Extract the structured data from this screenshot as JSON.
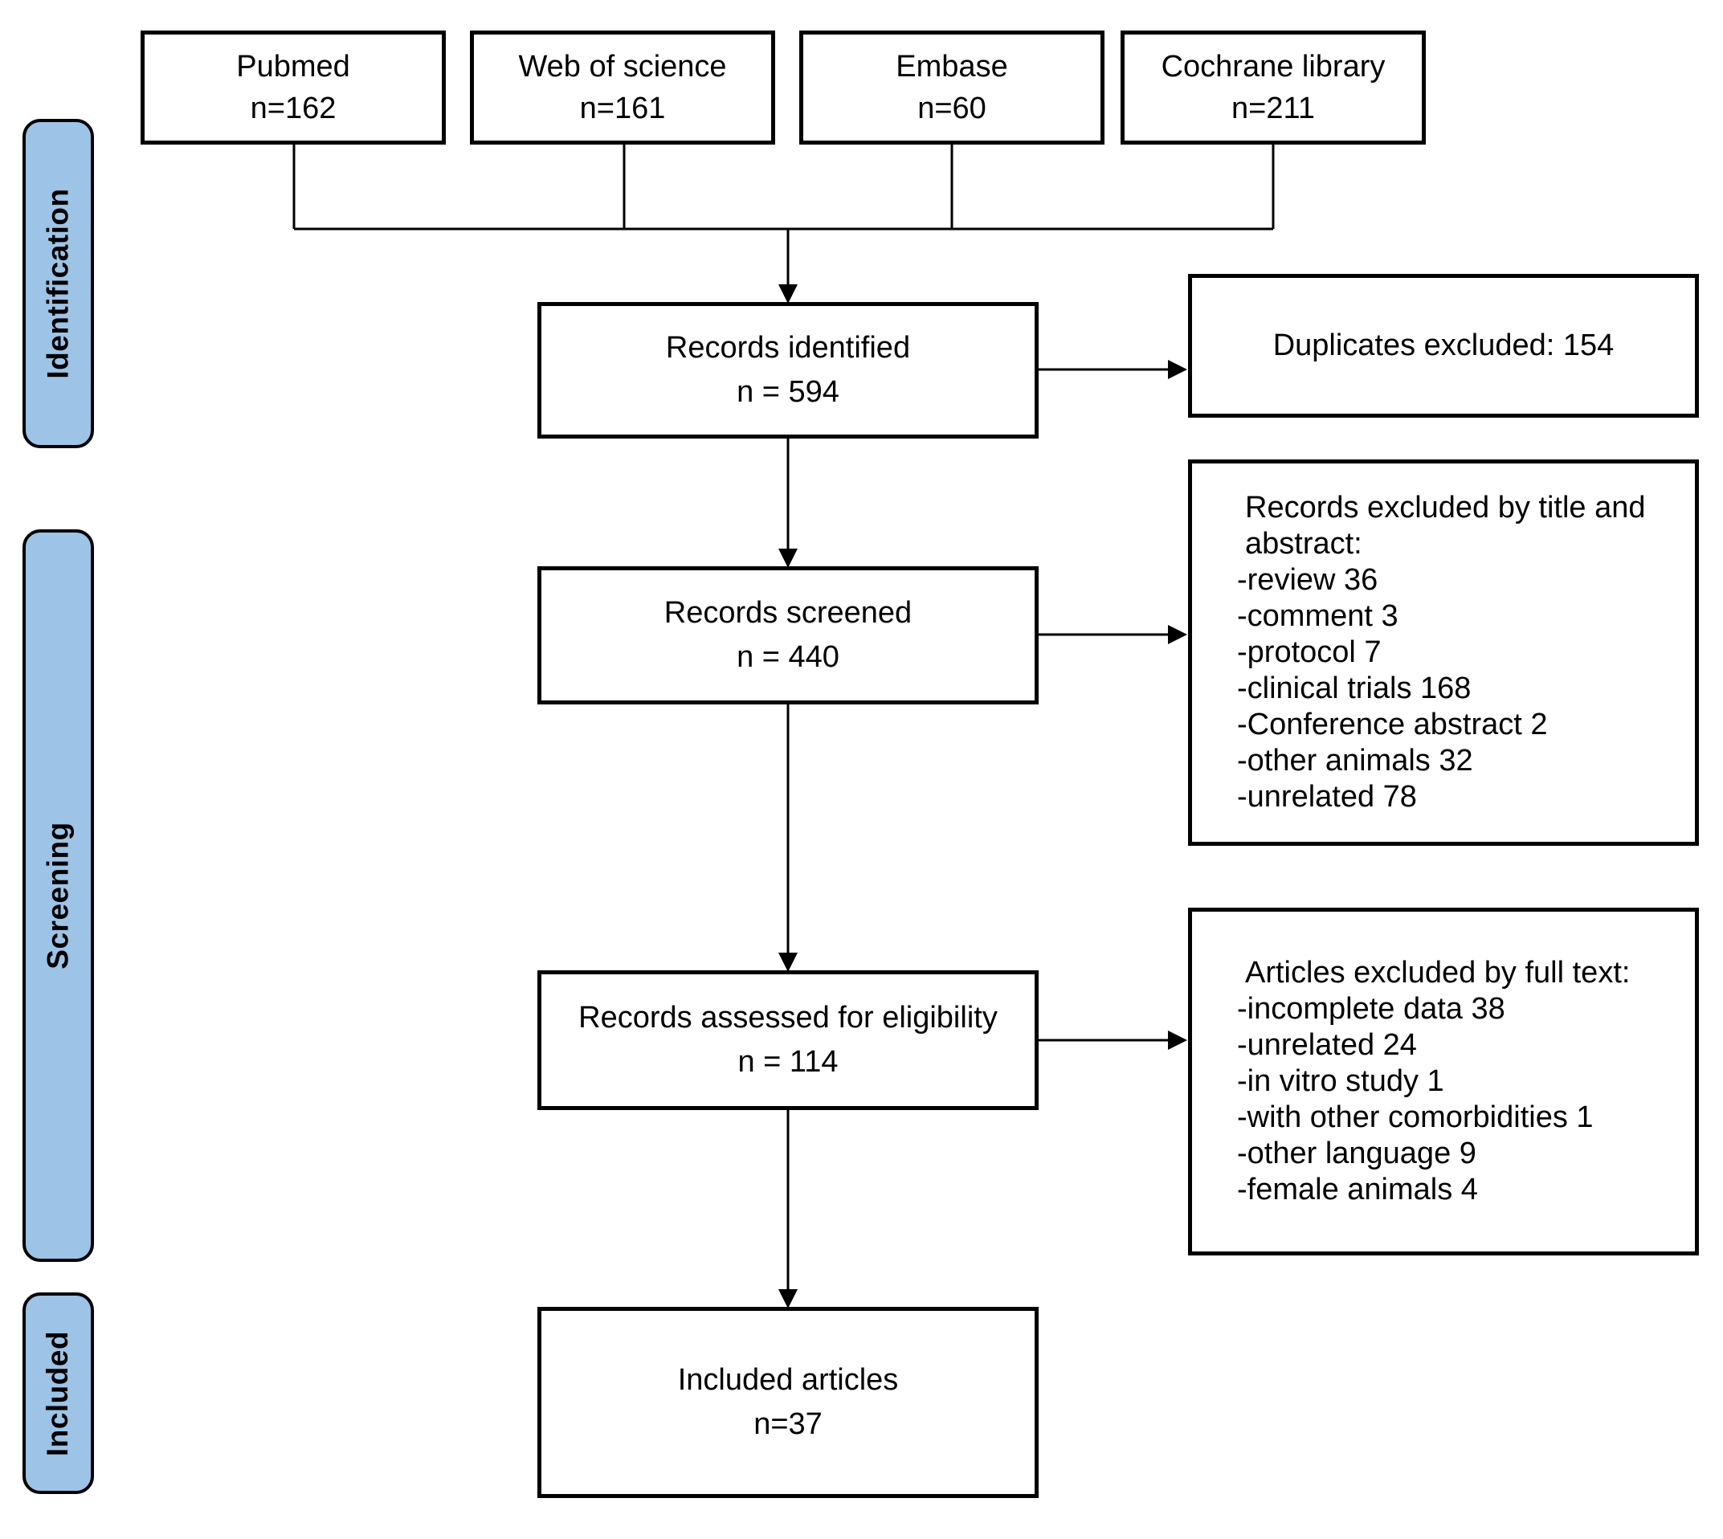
{
  "sources": [
    {
      "label": "Pubmed",
      "count": "n=162"
    },
    {
      "label": "Web of science",
      "count": "n=161"
    },
    {
      "label": "Embase",
      "count": "n=60"
    },
    {
      "label": "Cochrane library",
      "count": "n=211"
    }
  ],
  "stages": {
    "identified": {
      "label": "Records identified",
      "count": "n = 594"
    },
    "screened": {
      "label": "Records screened",
      "count": "n = 440"
    },
    "assessed": {
      "label": "Records assessed for eligibility",
      "count": "n = 114"
    },
    "included": {
      "label": "Included articles",
      "count": "n=37"
    }
  },
  "exclusions": {
    "duplicates": {
      "label": "Duplicates excluded: 154"
    },
    "title_abstract": {
      "header_lines": [
        "Records excluded by title and",
        "abstract:"
      ],
      "items": [
        "-review 36",
        "-comment 3",
        "-protocol 7",
        "-clinical trials 168",
        "-Conference abstract 2",
        "-other animals 32",
        "-unrelated 78"
      ]
    },
    "full_text": {
      "header_lines": [
        "Articles excluded by full text:"
      ],
      "items": [
        "-incomplete data 38",
        "-unrelated 24",
        "-in vitro study 1",
        "-with other comorbidities 1",
        "-other language 9",
        "-female animals 4"
      ]
    }
  },
  "phases": [
    {
      "label": "Identification"
    },
    {
      "label": "Screening"
    },
    {
      "label": "Included"
    }
  ],
  "colors": {
    "phase_fill": "#9DC3E6",
    "box_fill": "#FFFFFF",
    "border": "#000000",
    "line": "#000000"
  }
}
